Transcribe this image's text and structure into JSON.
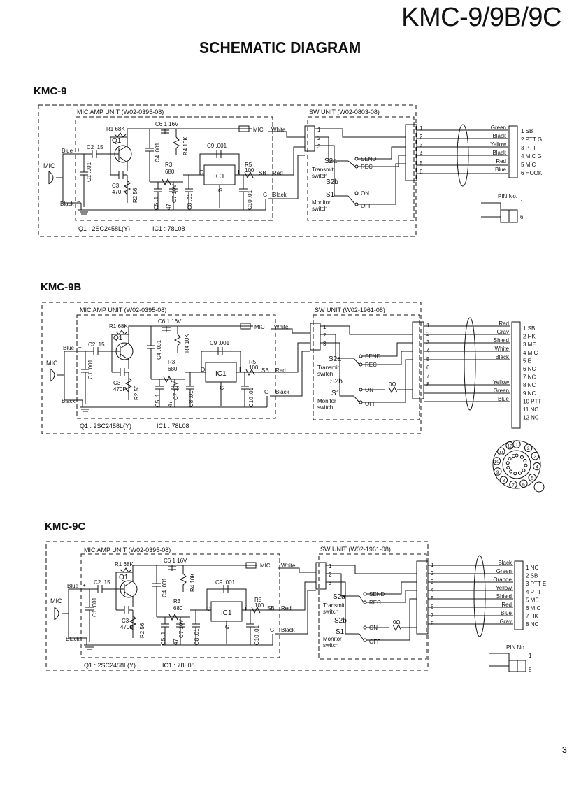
{
  "header": {
    "model_title": "KMC-9/9B/9C",
    "diagram_title": "SCHEMATIC DIAGRAM",
    "page_number": "3"
  },
  "common": {
    "mic": "MIC",
    "mic_amp_unit": "MIC AMP UNIT (W02-0395-08)",
    "q1_note": "Q1 : 2SC2458L(Y)",
    "ic1_note": "IC1 : 78L08",
    "q1": "Q1",
    "ic1": "IC1",
    "r1": "R1 68K",
    "c6": "C6 1 16V",
    "r4": "R4 10K",
    "c9": "C9 .001",
    "r3": "R3",
    "r3_val": "680",
    "r5": "R5",
    "r5_val": "100",
    "c2": "C2 .15",
    "c1": "C1 .001",
    "c3": "C3",
    "c3_val": "470P",
    "r2": "R2 56",
    "c4": "C4 .001",
    "c5": "C5 .1",
    "c7": "C7 10V",
    "c7_val": "47",
    "c8": "C8 .01",
    "c10": "C10 .01",
    "ic_o": "O",
    "ic_i": "I",
    "ic_g": "G",
    "blue": "Blue",
    "black": "Black",
    "white": "White",
    "red": "Red",
    "mic_pin": "MIC",
    "sb_pin": "SB",
    "g_pin": "G",
    "plus": "+",
    "minus": "−",
    "s2a": "S2a",
    "s2b": "S2b",
    "s1": "S1",
    "send": "SEND",
    "rec": "REC",
    "on": "ON",
    "off": "OFF",
    "transmit": "Transmit",
    "switch": "switch",
    "monitor": "Monitor",
    "r0": "0Ω",
    "pin_no": "PIN No."
  },
  "kmc9": {
    "label": "KMC-9",
    "sw_unit": "SW UNIT (W02-0803-08)",
    "wires": [
      "Green",
      "Black",
      "Yellow",
      "Black",
      "Red",
      "Blue"
    ],
    "pins": [
      "1 SB",
      "2 PTT G",
      "3 PTT",
      "4 MIC G",
      "5 MIC",
      "6 HOOK"
    ],
    "pin_first": "1",
    "pin_last": "6"
  },
  "kmc9b": {
    "label": "KMC-9B",
    "sw_unit": "SW UNIT (W02-1961-08)",
    "wires": [
      "Red",
      "Gray",
      "Shield",
      "White",
      "Black",
      "Yellow",
      "Green",
      "Blue"
    ],
    "pins": [
      "1 SB",
      "2 HK",
      "3 ME",
      "4 MIC",
      "5 E",
      "6 NC",
      "7 NC",
      "8 NC",
      "9 NC",
      "10 PTT",
      "11 NC",
      "12 NC"
    ],
    "connector_numbers": [
      "1",
      "2",
      "3",
      "4",
      "5",
      "6",
      "7",
      "8",
      "9",
      "10",
      "11",
      "12"
    ]
  },
  "kmc9c": {
    "label": "KMC-9C",
    "sw_unit": "SW UNIT (W02-1961-08)",
    "wires": [
      "Black",
      "Green",
      "Orange",
      "Yellow",
      "Shield",
      "Red",
      "Blue",
      "Gray"
    ],
    "pins": [
      "1 NC",
      "2 SB",
      "3 PTT E",
      "4 PTT",
      "5 ME",
      "6 MIC",
      "7 HK",
      "8 NC"
    ],
    "pin_first": "1",
    "pin_last": "8"
  }
}
